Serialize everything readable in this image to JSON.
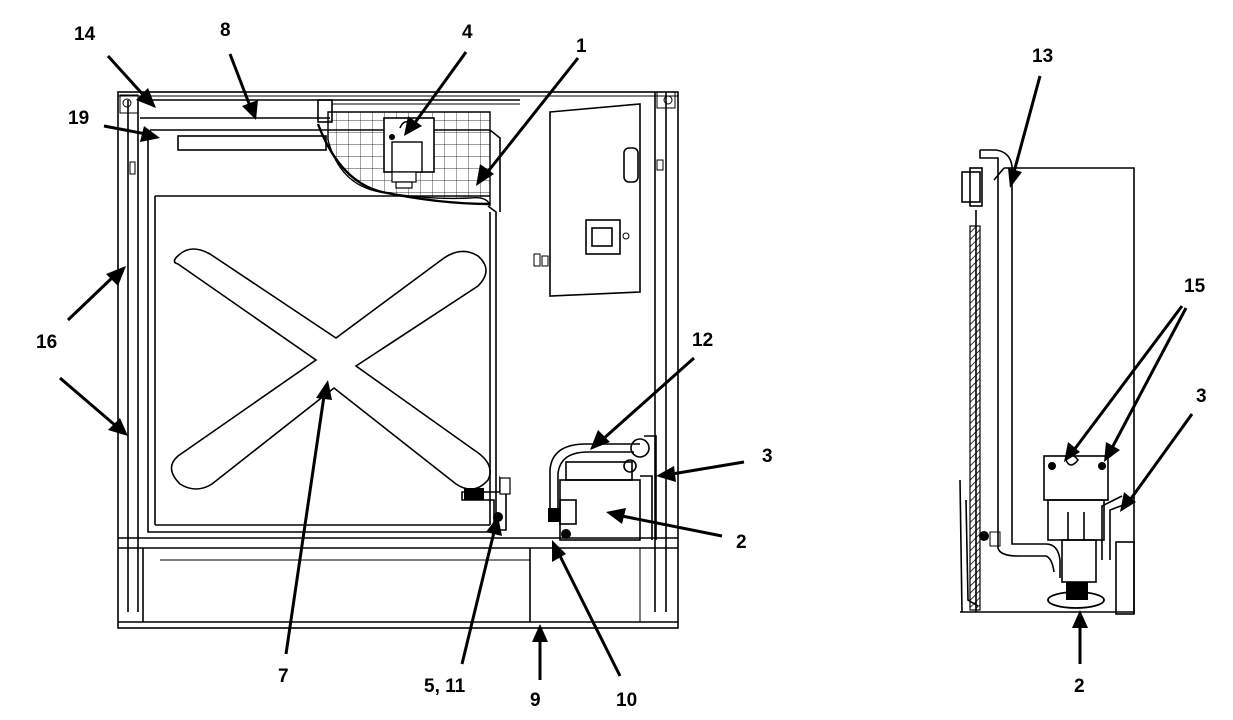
{
  "figure": {
    "front_view_callouts": [
      "14",
      "8",
      "4",
      "1",
      "19",
      "16",
      "12",
      "3",
      "2",
      "7",
      "5, 11",
      "9",
      "10"
    ],
    "side_view_callouts": [
      "13",
      "15",
      "3",
      "2"
    ]
  }
}
